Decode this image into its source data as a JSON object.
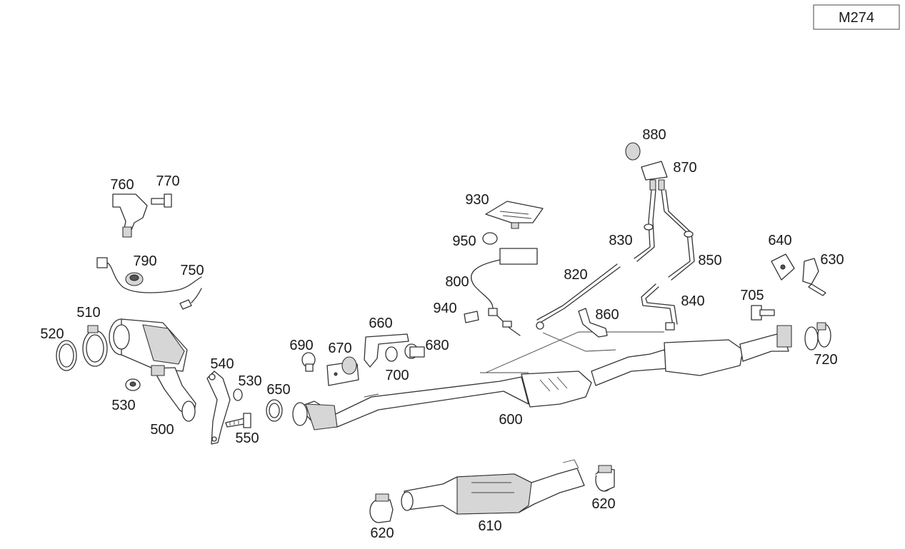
{
  "diagram": {
    "engine_code": "M274",
    "labels": {
      "p500": "500",
      "p510": "510",
      "p520": "520",
      "p530a": "530",
      "p530b": "530",
      "p540": "540",
      "p550": "550",
      "p600": "600",
      "p610": "610",
      "p620a": "620",
      "p620b": "620",
      "p630": "630",
      "p640": "640",
      "p650": "650",
      "p660": "660",
      "p670": "670",
      "p680": "680",
      "p690": "690",
      "p700": "700",
      "p705": "705",
      "p720": "720",
      "p750": "750",
      "p760": "760",
      "p770": "770",
      "p790": "790",
      "p800": "800",
      "p820": "820",
      "p830": "830",
      "p840": "840",
      "p850": "850",
      "p860": "860",
      "p870": "870",
      "p880": "880",
      "p930": "930",
      "p940": "940",
      "p950": "950"
    }
  }
}
